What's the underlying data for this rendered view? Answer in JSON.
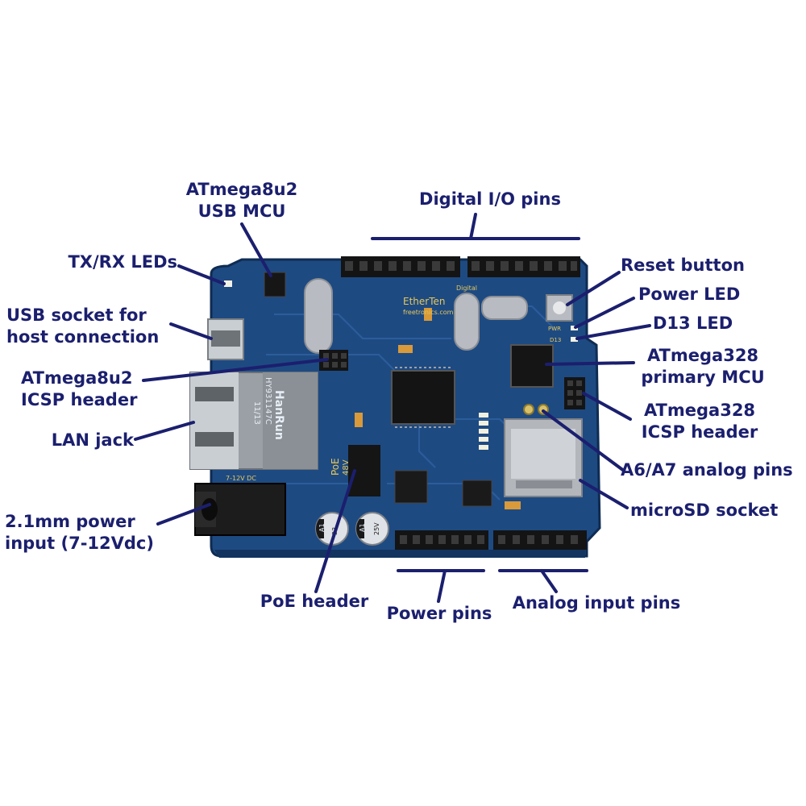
{
  "diagram": {
    "colors": {
      "label": "#1b1f6e",
      "leader": "#1b1f6e",
      "pcb": "#1e4a82",
      "pcb_dark": "#163a68",
      "silkscreen": "#e6c85a",
      "header": "#1a1a1a",
      "metal": "#b8bcc2"
    },
    "board_markings": {
      "name": "EtherTen",
      "site": "freetronics.com",
      "digital": "Digital",
      "jack_brand": "HanRun",
      "jack_model": "HY931147C",
      "jack_date": "11/13",
      "poe": "PoE",
      "poe_voltage": "48V",
      "cap1": "A1",
      "cap2": "A1",
      "cap_value": "33",
      "cap_voltage": "25V",
      "pwr": "PWR",
      "d13": "D13",
      "vin": "7-12V DC"
    },
    "labels": {
      "atmega8u2_usb_mcu": "ATmega8u2\nUSB MCU",
      "digital_io_pins": "Digital I/O pins",
      "tx_rx_leds": "TX/RX LEDs",
      "usb_socket": "USB socket for\nhost connection",
      "atmega8u2_icsp": "ATmega8u2\nICSP header",
      "lan_jack": "LAN jack",
      "power_input": "2.1mm power\ninput (7-12Vdc)",
      "reset_button": "Reset button",
      "power_led": "Power LED",
      "d13_led": "D13 LED",
      "atmega328_mcu": "ATmega328\nprimary MCU",
      "atmega328_icsp": "ATmega328\nICSP header",
      "a6a7_pins": "A6/A7 analog pins",
      "microsd_socket": "microSD socket",
      "poe_header": "PoE header",
      "power_pins": "Power pins",
      "analog_input_pins": "Analog input pins"
    }
  }
}
